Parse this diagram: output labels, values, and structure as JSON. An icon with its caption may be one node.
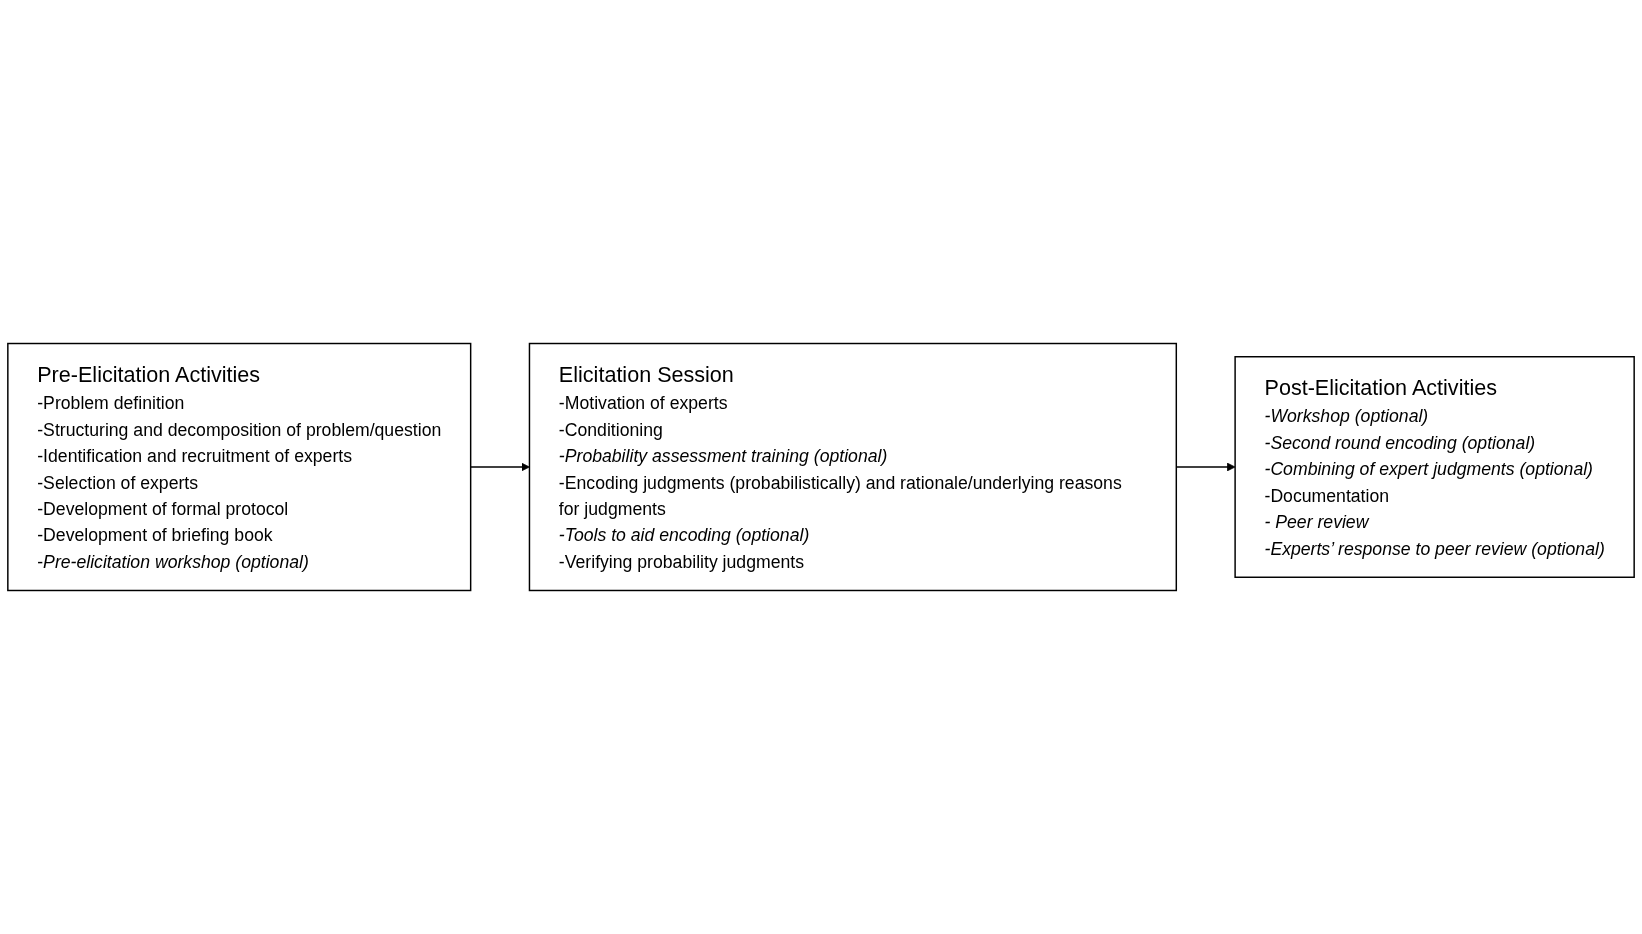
{
  "diagram": {
    "nodes": [
      {
        "text": [
          "Pre-Elicitation Activities",
          "-Problem definition",
          "-Structuring and decomposition of problem/question",
          "-Identification and recruitment of experts",
          "-Selection of experts",
          "-Development of formal protocol",
          "-Development of briefing book",
          "-*Pre-elicitation workshop (optional)*"
        ]
      },
      {
        "text": [
          "Elicitation Session",
          "-Motivation of experts",
          "-Conditioning",
          "*-Probability assessment training (optional)*",
          "-Encoding judgments (probabilistically) and rationale/underlying reasons for judgments",
          "*-Tools to aid encoding (optional)*",
          "-Verifying probability judgments"
        ]
      },
      {
        "text": [
          "Post-Elicitation Activities",
          "*-Workshop (optional)*",
          "*-Second round encoding (optional)*",
          "*-Combining of expert judgments (optional)*",
          "-Documentation",
          "*- Peer review*",
          "*-Experts’ response to peer review (optional)*"
        ]
      }
    ],
    "edges": [
      {
        "from": 0,
        "to": 1,
        "arrow": "to"
      },
      {
        "from": 1,
        "to": 2,
        "arrow": "to"
      }
    ]
  }
}
